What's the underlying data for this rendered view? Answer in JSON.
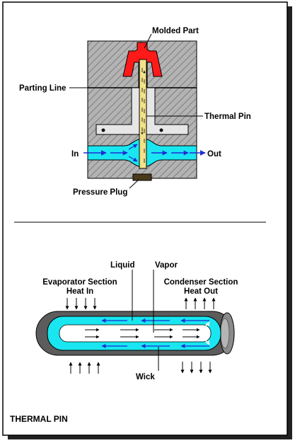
{
  "top_diagram": {
    "labels": {
      "molded_part": "Molded Part",
      "parting_line": "Parting Line",
      "thermal_pin": "Thermal Pin",
      "in": "In",
      "out": "Out",
      "pressure_plug": "Pressure Plug"
    }
  },
  "bottom_diagram": {
    "labels": {
      "liquid": "Liquid",
      "vapor": "Vapor",
      "evaporator_line1": "Evaporator Section",
      "evaporator_line2": "Heat In",
      "condenser_line1": "Condenser Section",
      "condenser_line2": "Heat Out",
      "wick": "Wick"
    }
  },
  "caption": "THERMAL PIN",
  "colors": {
    "mold_steel": "#a8a8a8",
    "molded_part": "#ff1a1a",
    "pin": "#f2e28a",
    "coolant": "#19e6f0",
    "flow_arrow": "#1f2bd6",
    "pipe_shell": "#5c5c5c",
    "plug": "#4a3a1a"
  }
}
